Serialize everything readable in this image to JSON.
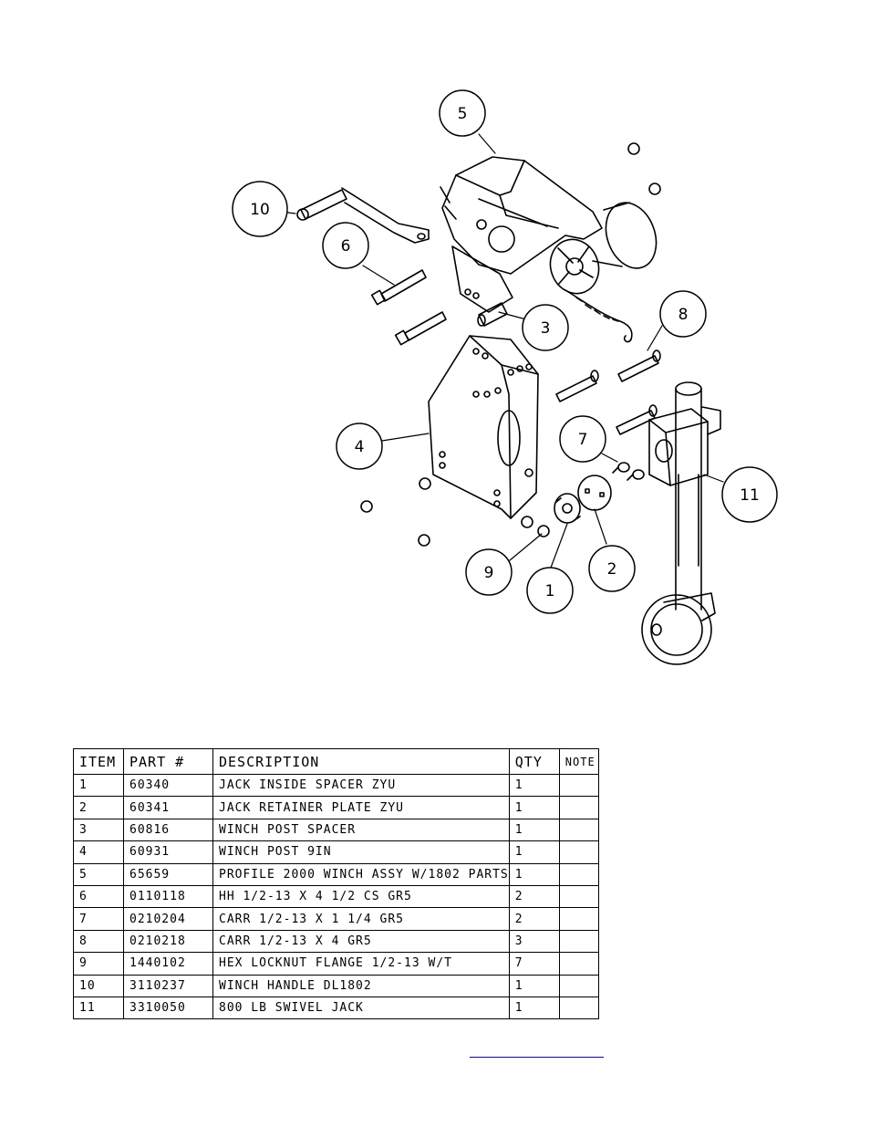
{
  "balloons": [
    {
      "id": "5",
      "label": "5"
    },
    {
      "id": "10",
      "label": "10"
    },
    {
      "id": "6",
      "label": "6"
    },
    {
      "id": "3",
      "label": "3"
    },
    {
      "id": "8",
      "label": "8"
    },
    {
      "id": "4",
      "label": "4"
    },
    {
      "id": "7",
      "label": "7"
    },
    {
      "id": "11",
      "label": "11"
    },
    {
      "id": "9",
      "label": "9"
    },
    {
      "id": "1",
      "label": "1"
    },
    {
      "id": "2",
      "label": "2"
    }
  ],
  "table": {
    "headers": {
      "item": "ITEM",
      "part": "PART #",
      "description": "DESCRIPTION",
      "qty": "QTY",
      "note": "NOTE"
    },
    "rows": [
      {
        "item": "1",
        "part": "60340",
        "description": "JACK INSIDE SPACER ZYU",
        "qty": "1",
        "note": ""
      },
      {
        "item": "2",
        "part": "60341",
        "description": "JACK RETAINER PLATE ZYU",
        "qty": "1",
        "note": ""
      },
      {
        "item": "3",
        "part": "60816",
        "description": "WINCH POST SPACER",
        "qty": "1",
        "note": ""
      },
      {
        "item": "4",
        "part": "60931",
        "description": "WINCH POST 9IN",
        "qty": "1",
        "note": ""
      },
      {
        "item": "5",
        "part": "65659",
        "description": "PROFILE 2000 WINCH ASSY W/1802 PARTS",
        "qty": "1",
        "note": ""
      },
      {
        "item": "6",
        "part": "0110118",
        "description": "HH 1/2-13 X 4 1/2 CS GR5",
        "qty": "2",
        "note": ""
      },
      {
        "item": "7",
        "part": "0210204",
        "description": "CARR 1/2-13 X 1 1/4 GR5",
        "qty": "2",
        "note": ""
      },
      {
        "item": "8",
        "part": "0210218",
        "description": "CARR 1/2-13 X 4 GR5",
        "qty": "3",
        "note": ""
      },
      {
        "item": "9",
        "part": "1440102",
        "description": "HEX LOCKNUT FLANGE 1/2-13 W/T",
        "qty": "7",
        "note": ""
      },
      {
        "item": "10",
        "part": "3110237",
        "description": "WINCH HANDLE  DL1802",
        "qty": "1",
        "note": ""
      },
      {
        "item": "11",
        "part": "3310050",
        "description": "800 LB SWIVEL JACK",
        "qty": "1",
        "note": ""
      }
    ]
  }
}
